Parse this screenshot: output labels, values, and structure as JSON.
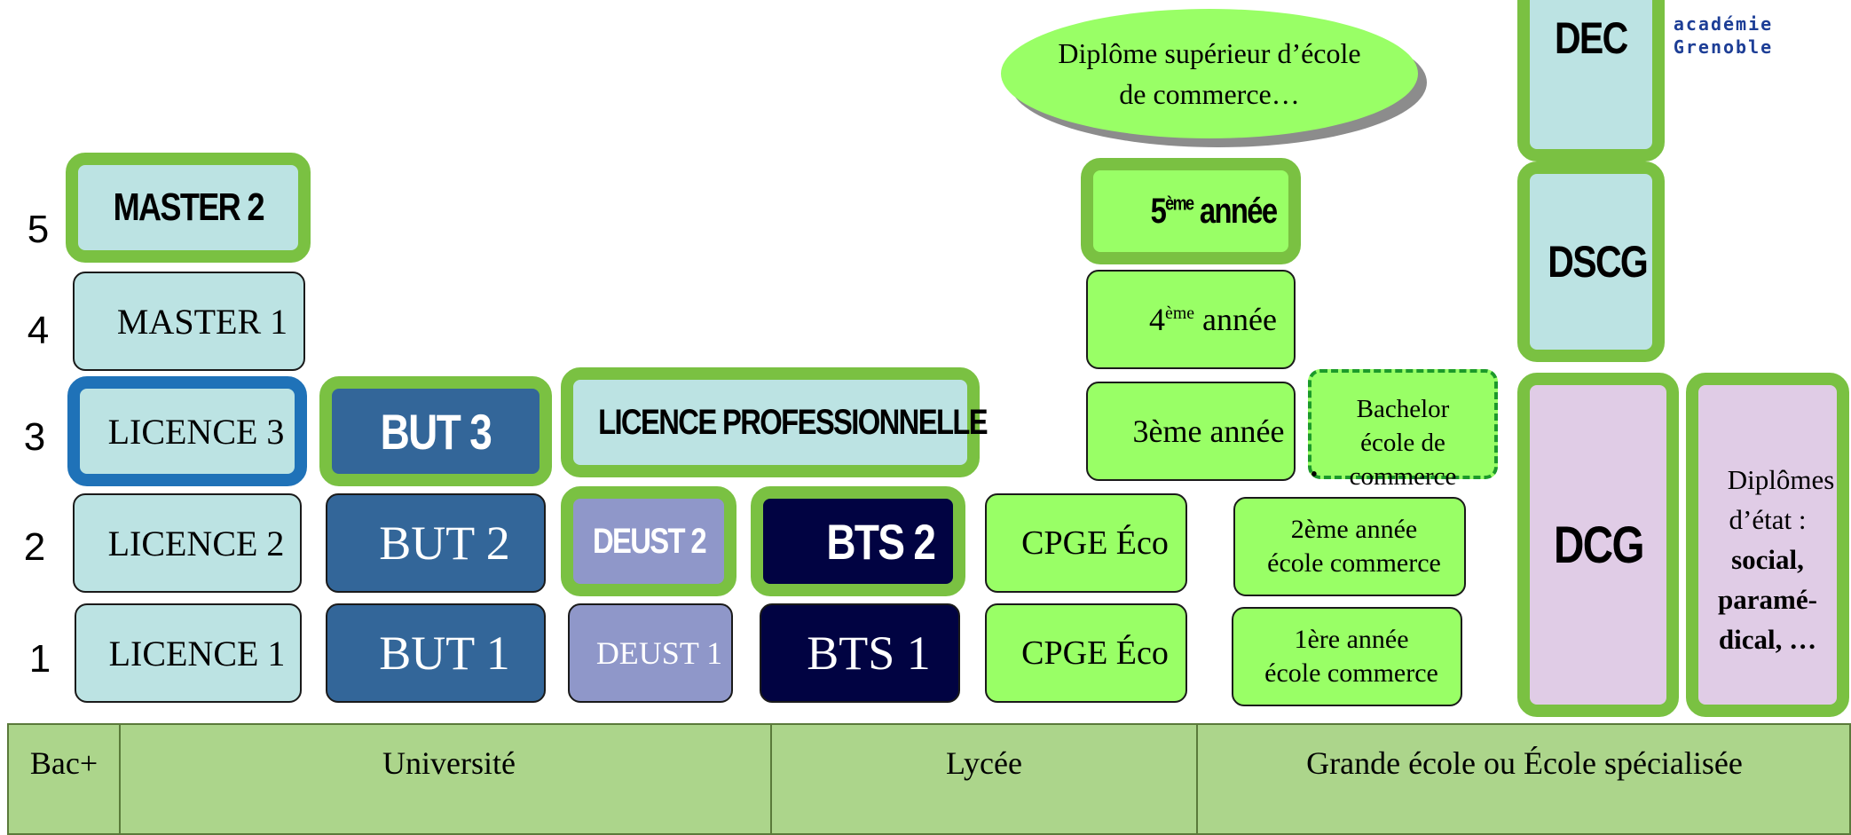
{
  "levels": {
    "l1": "1",
    "l2": "2",
    "l3": "3",
    "l4": "4",
    "l5": "5"
  },
  "university": {
    "licence1": "LICENCE 1",
    "licence2": "LICENCE 2",
    "licence3": "LICENCE 3",
    "master1": "MASTER 1",
    "master2": "MASTER 2",
    "but1": "BUT 1",
    "but2": "BUT 2",
    "but3": "BUT 3",
    "deust1": "DEUST 1",
    "deust2": "DEUST 2",
    "licence_pro": "LICENCE  PROFESSIONNELLE"
  },
  "lycee": {
    "bts1": "BTS 1",
    "bts2": "BTS 2",
    "cpge1": "CPGE Éco",
    "cpge2": "CPGE Éco"
  },
  "ecole": {
    "annee1_line1": "1ère année",
    "annee1_line2": "école commerce",
    "annee2_line1": "2ème année",
    "annee2_line2": "école commerce",
    "annee3": "3ème année",
    "annee4_num": "4",
    "annee4_sup": "ème",
    "annee4_rest": " année",
    "annee5_num": "5",
    "annee5_sup": "ème",
    "annee5_rest": " année",
    "bachelor_line1": "Bachelor",
    "bachelor_line2": "école de",
    "bachelor_line3": "commerce",
    "diplome_sup_line1": "Diplôme supérieur d’école",
    "diplome_sup_line2": "de commerce…",
    "dcg": "DCG",
    "dscg": "DSCG",
    "dec": "DEC",
    "etat_line1": "Diplômes",
    "etat_line2": "d’état :",
    "etat_line3": "social,",
    "etat_line4": "paramé-",
    "etat_line5": "dical, …"
  },
  "logo": {
    "line1": "académie",
    "line2": "Grenoble"
  },
  "footer": {
    "bac": "Bac+",
    "universite": "Université",
    "lycee": "Lycée",
    "grande_ecole": "Grande école ou École spécialisée"
  },
  "colors": {
    "light_blue": "#bce3e3",
    "dark_blue": "#336699",
    "purple": "#8f97c9",
    "navy": "#010342",
    "green": "#99ff66",
    "thick_border_green": "#7ac142",
    "licence3_border_blue": "#1f72b8",
    "pink": "#e0cce6",
    "footer_green": "#acd58b"
  }
}
